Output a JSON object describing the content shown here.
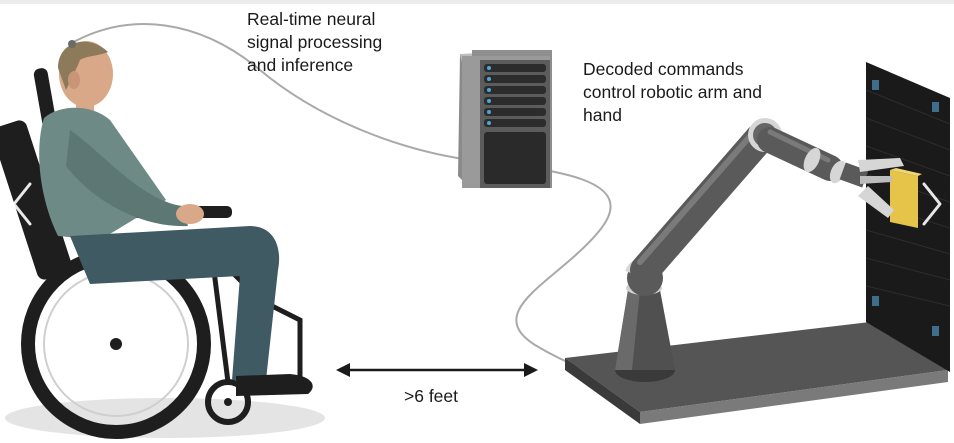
{
  "labels": {
    "processing": [
      "Real-time neural",
      "signal processing",
      "and inference"
    ],
    "decoded": [
      "Decoded commands",
      "control robotic arm and",
      "hand"
    ],
    "distance": ">6 feet"
  },
  "icons": {
    "prev": "chevron-left-icon",
    "next": "chevron-right-icon"
  },
  "colors": {
    "person_skin": "#d9a888",
    "person_shirt": "#6e8a87",
    "person_pants": "#3f5a63",
    "hair": "#8c7a5a",
    "wheelchair": "#1e1e1e",
    "robot_arm": "#5a5a5a",
    "robot_joint": "#d6d6d6",
    "wall": "#1a1a1a",
    "wall_marker": "#3f6e8a",
    "target_block": "#e6c44a",
    "server": "#7a7a7a",
    "cable": "#a9a9a9"
  }
}
